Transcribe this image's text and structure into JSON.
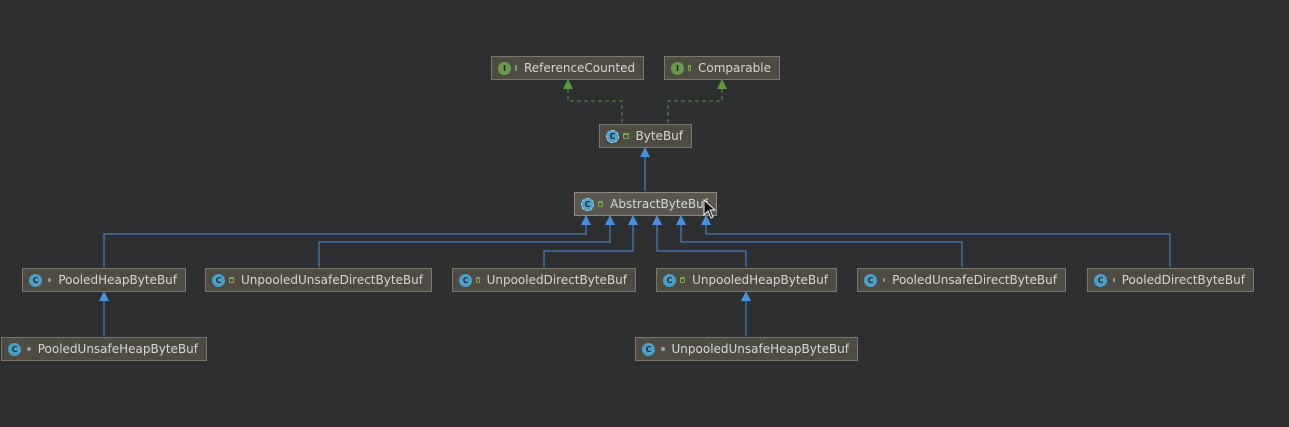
{
  "diagram": {
    "nodes": [
      {
        "id": "ReferenceCounted",
        "label": "ReferenceCounted",
        "kind": "interface",
        "modifier": "public"
      },
      {
        "id": "Comparable",
        "label": "Comparable",
        "kind": "interface",
        "modifier": "public"
      },
      {
        "id": "ByteBuf",
        "label": "ByteBuf",
        "kind": "abstract-class",
        "modifier": "public"
      },
      {
        "id": "AbstractByteBuf",
        "label": "AbstractByteBuf",
        "kind": "abstract-class",
        "modifier": "public"
      },
      {
        "id": "PooledHeapByteBuf",
        "label": "PooledHeapByteBuf",
        "kind": "class",
        "modifier": "package"
      },
      {
        "id": "UnpooledUnsafeDirectByteBuf",
        "label": "UnpooledUnsafeDirectByteBuf",
        "kind": "class",
        "modifier": "public"
      },
      {
        "id": "UnpooledDirectByteBuf",
        "label": "UnpooledDirectByteBuf",
        "kind": "class",
        "modifier": "public"
      },
      {
        "id": "UnpooledHeapByteBuf",
        "label": "UnpooledHeapByteBuf",
        "kind": "class",
        "modifier": "public"
      },
      {
        "id": "PooledUnsafeDirectByteBuf",
        "label": "PooledUnsafeDirectByteBuf",
        "kind": "class",
        "modifier": "package"
      },
      {
        "id": "PooledDirectByteBuf",
        "label": "PooledDirectByteBuf",
        "kind": "class",
        "modifier": "package"
      },
      {
        "id": "PooledUnsafeHeapByteBuf",
        "label": "PooledUnsafeHeapByteBuf",
        "kind": "class",
        "modifier": "package"
      },
      {
        "id": "UnpooledUnsafeHeapByteBuf",
        "label": "UnpooledUnsafeHeapByteBuf",
        "kind": "class",
        "modifier": "package"
      }
    ],
    "edges": [
      {
        "from": "ByteBuf",
        "to": "ReferenceCounted",
        "type": "implements"
      },
      {
        "from": "ByteBuf",
        "to": "Comparable",
        "type": "implements"
      },
      {
        "from": "AbstractByteBuf",
        "to": "ByteBuf",
        "type": "extends"
      },
      {
        "from": "PooledHeapByteBuf",
        "to": "AbstractByteBuf",
        "type": "extends"
      },
      {
        "from": "UnpooledUnsafeDirectByteBuf",
        "to": "AbstractByteBuf",
        "type": "extends"
      },
      {
        "from": "UnpooledDirectByteBuf",
        "to": "AbstractByteBuf",
        "type": "extends"
      },
      {
        "from": "UnpooledHeapByteBuf",
        "to": "AbstractByteBuf",
        "type": "extends"
      },
      {
        "from": "PooledUnsafeDirectByteBuf",
        "to": "AbstractByteBuf",
        "type": "extends"
      },
      {
        "from": "PooledDirectByteBuf",
        "to": "AbstractByteBuf",
        "type": "extends"
      },
      {
        "from": "PooledUnsafeHeapByteBuf",
        "to": "PooledHeapByteBuf",
        "type": "extends"
      },
      {
        "from": "UnpooledUnsafeHeapByteBuf",
        "to": "UnpooledHeapByteBuf",
        "type": "extends"
      }
    ],
    "colors": {
      "background": "#2e2f30",
      "extends": "#4a8fe0",
      "implements": "#5a9a3c",
      "node_fill": "#4e4b43",
      "node_border": "#7c776a",
      "text": "#d6d6d6"
    }
  }
}
